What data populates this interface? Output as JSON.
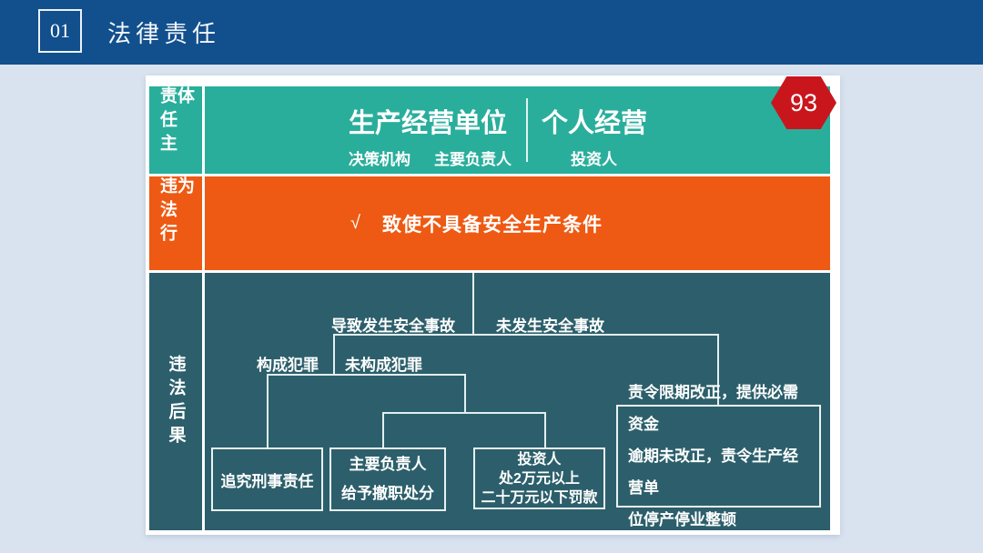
{
  "topbar": {
    "number": "01",
    "title": "法律责任"
  },
  "badge": {
    "value": "93"
  },
  "colors": {
    "topbar_blue": "#124f8d",
    "page_bg": "#d9e3f0",
    "teal": "#2aae9c",
    "orange": "#ee5a13",
    "dark_teal": "#2c5f6b",
    "badge_red": "#c9161c"
  },
  "row_labels": {
    "subject": "责任主体",
    "behavior": "违法行为",
    "consequence": "违法后果"
  },
  "subjects": {
    "org_title": "生产经营单位",
    "personal_title": "个人经营",
    "org_sub1": "决策机构",
    "org_sub2": "主要负责人",
    "personal_sub": "投资人"
  },
  "behavior": {
    "check": "√",
    "text": "致使不具备安全生产条件"
  },
  "flow": {
    "branch_accident": "导致发生安全事故",
    "branch_no_accident": "未发生安全事故",
    "branch_crime": "构成犯罪",
    "branch_no_crime": "未构成犯罪",
    "box_criminal": "追究刑事责任",
    "box_principal": {
      "line1": "主要负责人",
      "line2": "给予撤职处分"
    },
    "box_investor": {
      "line1": "投资人",
      "line2": "处2万元以上",
      "line3": "二十万元以下罚款"
    },
    "box_order": {
      "line1": "责令限期改正，提供必需资金",
      "line2": "逾期未改正，责令生产经营单",
      "line3": "位停产停业整顿"
    }
  }
}
